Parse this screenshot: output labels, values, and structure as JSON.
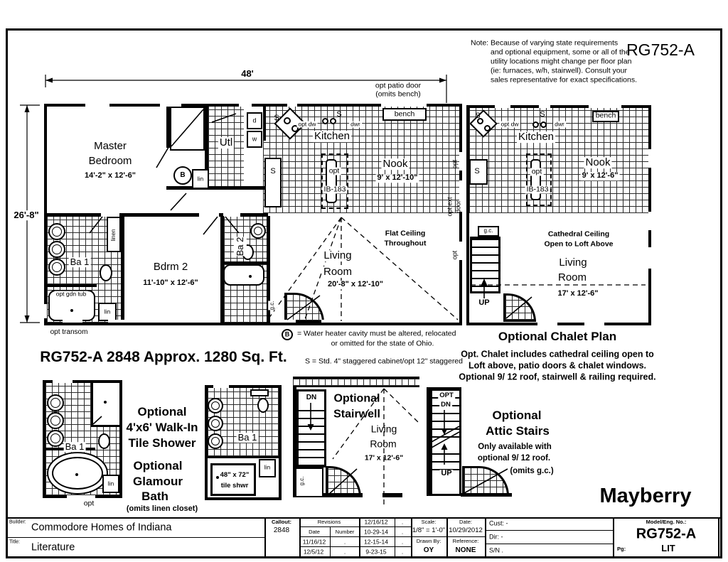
{
  "note": {
    "label": "Note:",
    "lines": [
      "Because of varying state requirements",
      "and optional equipment, some or all of the",
      "utility locations might change per floor plan",
      "(ie: furnaces, w/h, stairwell).  Consult your",
      "sales representative for exact specifications."
    ],
    "model": "RG752-A"
  },
  "dims": {
    "width": "48'",
    "height": "26'-8\"",
    "patio1": "opt patio door",
    "patio2": "(omits bench)"
  },
  "shared": {
    "s": "S",
    "opt": "opt",
    "lin": "lin",
    "gc": "g.c.",
    "bench": "bench",
    "opt_dw": "opt dw",
    "dwr": "dwr",
    "kitchen": "Kitchen",
    "nook": "Nook",
    "up": "UP",
    "dn": "DN",
    "ba1": "Ba 1"
  },
  "main": {
    "master1": "Master",
    "master2": "Bedroom",
    "master_dims": "14'-2\" x 12'-6\"",
    "utl": "Utl",
    "d": "d",
    "w": "w",
    "b": "B",
    "linen": "linen",
    "nook_dims": "9' x 12'-10\"",
    "living1": "Living",
    "living2": "Room",
    "living_dims": "20'-8\" x 12'-10\"",
    "ceiling1": "Flat Ceiling",
    "ceiling2": "Throughout",
    "bdrm2": "Bdrm 2",
    "bdrm2_dims": "11'-10\" x 12'-6\"",
    "ba2": "Ba 2",
    "opt_gdn_tub": "opt gdn tub",
    "opt_transom": "opt transom",
    "island_opt": "opt",
    "island_ib": "IB-183",
    "opt_ext1": "opt ext",
    "opt_ext2": "door"
  },
  "plan_title": "RG752-A 2848  Approx. 1280 Sq. Ft.",
  "notes": {
    "b_sym": "B",
    "b_line1": "= Water heater cavity must be altered, relocated",
    "b_line2": "or omitted for the state of Ohio.",
    "s_note": "S = Std. 4\" staggered cabinet/opt 12\" staggered"
  },
  "chalet": {
    "nook_dims": "9' x 12'-6\"",
    "ceiling1": "Cathedral Ceiling",
    "ceiling2": "Open to Loft Above",
    "living1": "Living",
    "living2": "Room",
    "living_dims": "17' x 12'-6\"",
    "title": "Optional Chalet Plan",
    "desc": [
      "Opt. Chalet includes cathedral ceiling open to",
      "Loft above, patio doors & chalet windows.",
      "Optional 9/ 12 roof, stairwell & railing required."
    ]
  },
  "opt_bath": {
    "h1a": "Optional",
    "h1b": "4'x6' Walk-In",
    "h1c": "Tile Shower",
    "h2a": "Optional",
    "h2b": "Glamour",
    "h2c": "Bath",
    "note": "(omits linen closet)"
  },
  "opt_shower": {
    "size": "48\" x 72\"",
    "label": "tile shwr"
  },
  "opt_stair": {
    "h1": "Optional",
    "h2": "Stairwell",
    "living1": "Living",
    "living2": "Room",
    "living_dims": "17' x 12'-6\""
  },
  "opt_attic": {
    "opt": "OPT",
    "h1": "Optional",
    "h2": "Attic Stairs",
    "n1": "Only available with",
    "n2": "optional 9/ 12 roof.",
    "n3": "(omits g.c.)"
  },
  "brand": "Mayberry",
  "tb": {
    "builder_label": "Builder:",
    "builder": "Commodore Homes of Indiana",
    "title_label": "Title:",
    "title": "Literature",
    "callout_label": "Callout:",
    "callout": "2848",
    "revisions": "Revisions",
    "date": "Date",
    "number": "Number",
    "rev1": [
      [
        "11/16/12",
        "."
      ],
      [
        "12/5/12",
        "."
      ]
    ],
    "rev2": [
      [
        "12/16/12",
        "."
      ],
      [
        "10-29-14",
        "."
      ],
      [
        "12-15-14",
        "."
      ],
      [
        "9-23-15",
        "."
      ]
    ],
    "scale_label": "Scale:",
    "scale": "1/8\" = 1'-0\"",
    "drawn_label": "Drawn By:",
    "drawn": "OY",
    "date_label": "Date:",
    "date_val": "10/29/2012",
    "ref_label": "Reference:",
    "ref": "NONE",
    "cust": "Cust: -",
    "dir": "Dir:  -",
    "sn": "S/N  .",
    "model_label": "Model/Eng. No.:",
    "model": "RG752-A",
    "pg_label": "Pg:",
    "pg": "LIT"
  }
}
